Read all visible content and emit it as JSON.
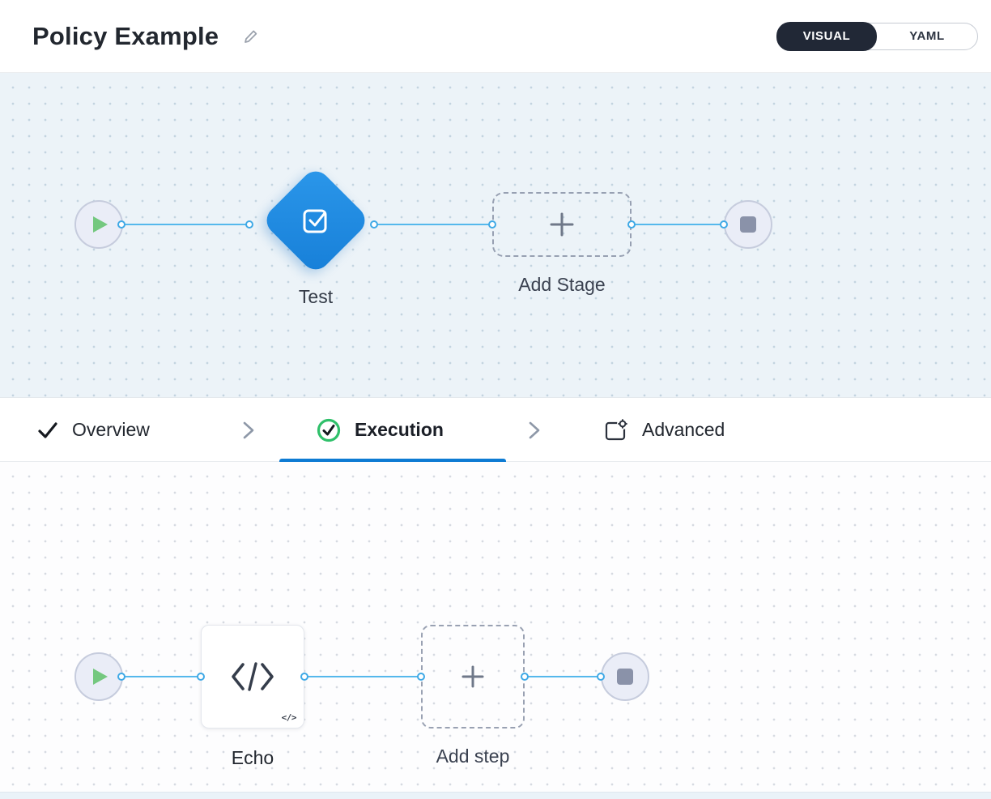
{
  "header": {
    "title": "Policy Example",
    "toggle": {
      "visual": "VISUAL",
      "yaml": "YAML",
      "selected": "VISUAL"
    }
  },
  "stage_pipeline": {
    "stage": {
      "label": "Test"
    },
    "add_stage": {
      "label": "Add Stage"
    }
  },
  "tabs": {
    "overview": {
      "label": "Overview"
    },
    "execution": {
      "label": "Execution",
      "active": true
    },
    "advanced": {
      "label": "Advanced"
    }
  },
  "step_pipeline": {
    "step": {
      "label": "Echo",
      "badge": "</>"
    },
    "add_step": {
      "label": "Add step"
    }
  },
  "colors": {
    "accent_blue": "#0d7bd3",
    "stage_node_blue": "#1f89e2",
    "connector_blue": "#55b8ec",
    "success_green": "#2fc06a",
    "toggle_dark": "#212836"
  }
}
